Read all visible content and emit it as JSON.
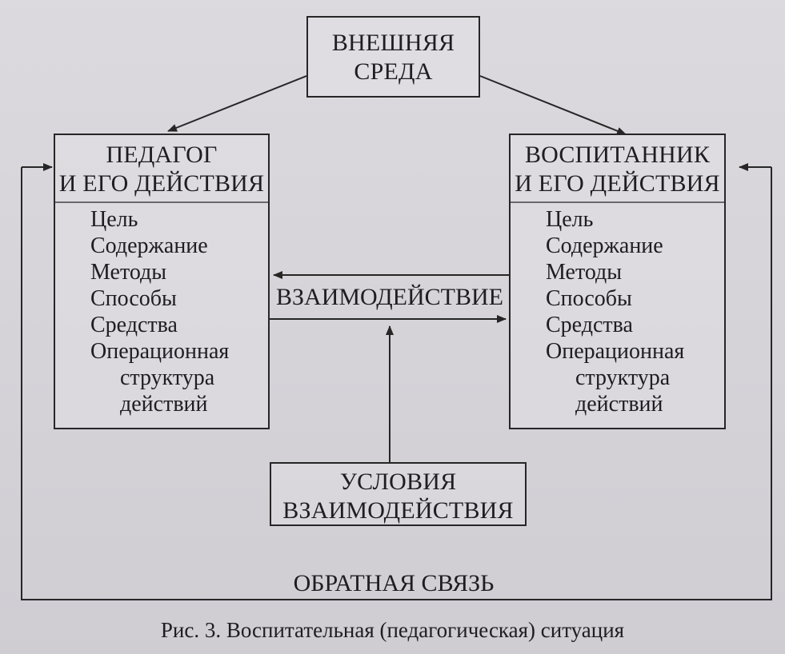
{
  "diagram": {
    "environment": {
      "line1": "ВНЕШНЯЯ",
      "line2": "СРЕДА"
    },
    "educator": {
      "title_line1": "ПЕДАГОГ",
      "title_line2": "И ЕГО ДЕЙСТВИЯ",
      "items": [
        "Цель",
        "Содержание",
        "Методы",
        "Способы",
        "Средства",
        "Операционная",
        "структура",
        "действий"
      ]
    },
    "pupil": {
      "title_line1": "ВОСПИТАННИК",
      "title_line2": "И ЕГО ДЕЙСТВИЯ",
      "items": [
        "Цель",
        "Содержание",
        "Методы",
        "Способы",
        "Средства",
        "Операционная",
        "структура",
        "действий"
      ]
    },
    "interaction_label": "ВЗАИМОДЕЙСТВИЕ",
    "conditions": {
      "line1": "УСЛОВИЯ",
      "line2": "ВЗАИМОДЕЙСТВИЯ"
    },
    "feedback_label": "ОБРАТНАЯ СВЯЗЬ"
  },
  "caption": "Рис. 3. Воспитательная (педагогическая) ситуация"
}
